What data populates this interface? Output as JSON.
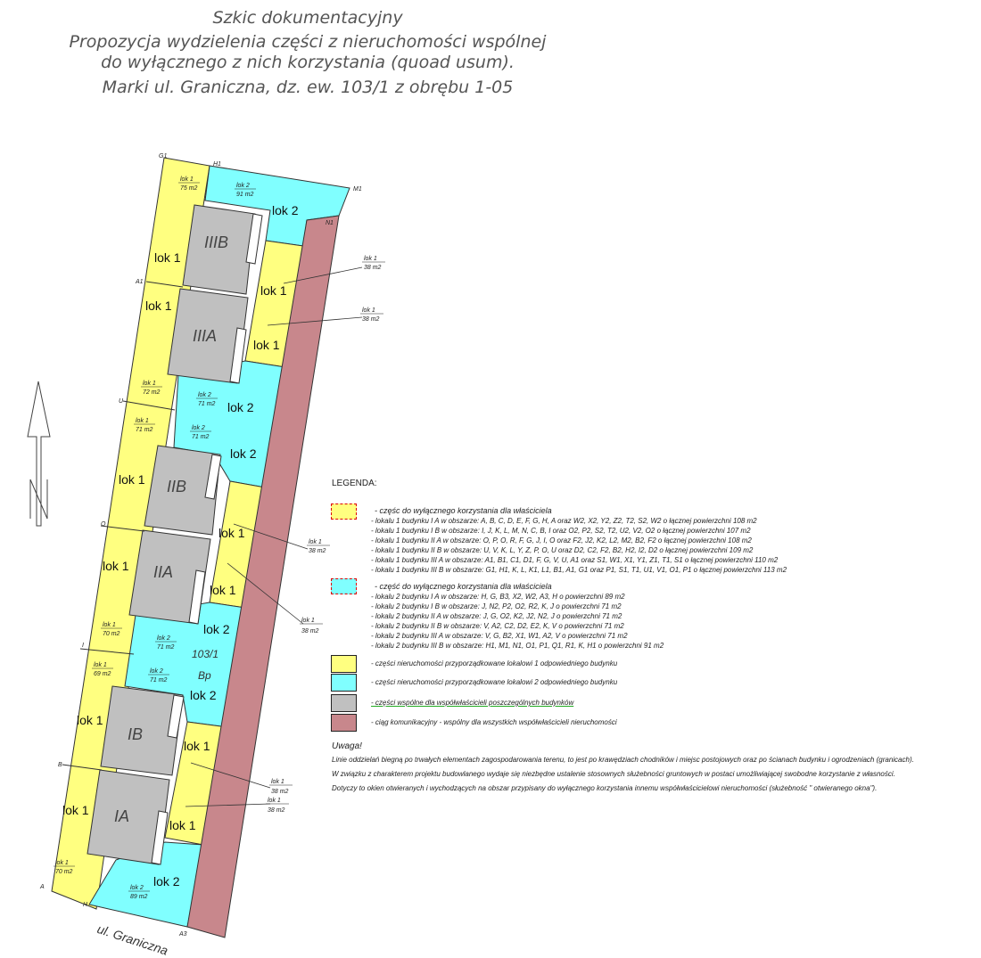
{
  "title": {
    "line1": "Szkic dokumentacyjny",
    "line2": "Propozycja wydzielenia części z nieruchomości wspólnej",
    "line3": "do wyłącznego z nich korzystania (quoad usum).",
    "line4": "Marki ul. Graniczna, dz. ew. 103/1 z obrębu 1-05"
  },
  "colors": {
    "lok1": "#ffff80",
    "lok2": "#80ffff",
    "building": "#c0c0c0",
    "path": "#c8878c"
  },
  "buildings": [
    "IIIB",
    "IIIA",
    "IIB",
    "IIA",
    "IB",
    "IA"
  ],
  "parcel": {
    "number": "103/1",
    "symbol": "Bp"
  },
  "street": "ul. Graniczna",
  "north_icon": "north-arrow-icon",
  "zone_labels": {
    "lok1": "lok 1",
    "lok2": "lok 2"
  },
  "areas": [
    {
      "name": "lok 1",
      "area": "75 m2"
    },
    {
      "name": "lok 2",
      "area": "91 m2"
    },
    {
      "name": "lok 1",
      "area": "38 m2"
    },
    {
      "name": "lok 1",
      "area": "38 m2"
    },
    {
      "name": "lok 1",
      "area": "72 m2"
    },
    {
      "name": "lok 2",
      "area": "71 m2"
    },
    {
      "name": "lok 1",
      "area": "71 m2"
    },
    {
      "name": "lok 2",
      "area": "71 m2"
    },
    {
      "name": "lok 1",
      "area": "38 m2"
    },
    {
      "name": "lok 1",
      "area": "38 m2"
    },
    {
      "name": "lok 1",
      "area": "70 m2"
    },
    {
      "name": "lok 2",
      "area": "71 m2"
    },
    {
      "name": "lok 1",
      "area": "69 m2"
    },
    {
      "name": "lok 2",
      "area": "71 m2"
    },
    {
      "name": "lok 1",
      "area": "38 m2"
    },
    {
      "name": "lok 1",
      "area": "38 m2"
    },
    {
      "name": "lok 1",
      "area": "70 m2"
    },
    {
      "name": "lok 2",
      "area": "89 m2"
    }
  ],
  "points": [
    "G1",
    "H1",
    "M1",
    "N1",
    "A1",
    "U",
    "O",
    "I",
    "B",
    "A",
    "H",
    "A3"
  ],
  "legend": {
    "title": "LEGENDA:",
    "group1_head": "- częśc do wyłącznego korzystania dla właściciela",
    "group1_lines": [
      "- lokalu 1 budynku I A w obszarze: A, B, C, D, E, F, G, H, A oraz W2, X2, Y2, Z2, T2, S2, W2 o łącznej powierzchni 108 m2",
      "- lokalu 1 budynku I B w obszarze: I, J, K, L, M, N, C, B, I oraz O2, P2, S2, T2, U2, V2, O2 o łącznej powierzchni 107 m2",
      "- lokalu 1 budynku II A w obszarze: O, P, O, R, F, G, J, I, O oraz F2, J2, K2, L2, M2, B2, F2 o łącznej powierzchni 108 m2",
      "- lokalu 1 budynku II B w obszarze: U, V, K, L, Y, Z, P, O, U oraz D2, C2, F2, B2, H2, I2, D2 o łącznej powierzchni 109 m2",
      "- lokalu 1 budynku III A w obszarze: A1, B1, C1, D1, F, G, V, U, A1 oraz S1, W1, X1, Y1, Z1, T1, S1 o łącznej powierzchni 110 m2",
      "- lokalu 1 budynku III B w obszarze: G1, H1, K, L, K1, L1, B1, A1, G1 oraz P1, S1, T1, U1, V1, O1, P1 o łącznej powierzchni 113 m2"
    ],
    "group2_head": "- część do wyłącznego korzystania dla właściciela",
    "group2_lines": [
      "- lokalu 2 budynku I A w obszarze: H, G, B3, X2, W2, A3, H o powierzchni 89 m2",
      "- lokalu 2 budynku I B w obszarze: J, N2, P2, O2, R2, K, J o powierzchni 71 m2",
      "- lokalu 2 budynku II A w obszarze: J, G, O2, K2, J2, N2, J o powierzchni 71 m2",
      "- lokalu 2 budynku II B w obszarze: V, A2, C2, D2, E2, K, V o powierzchni 71 m2",
      "- lokalu 2 budynku III A w obszarze: V, G, B2, X1, W1, A2, V o powierzchni 71 m2",
      "- lokalu 2 budynku III B w obszarze: H1, M1, N1, O1, P1, Q1, R1, K, H1 o powierzchni 91 m2"
    ],
    "item3": "- części nieruchomości przyporządkowane lokalowi 1 odpowiedniego budynku",
    "item4": "- części nieruchomości przyporządkowane lokalowi 2 odpowiedniego budynku",
    "item5": "- części wspólne dla współwłaścicieli poszczególnych budynków",
    "item6": "- ciąg komunikacyjny - wspólny dla wszystkich współwłaścicieli nieruchomości"
  },
  "notes": {
    "title": "Uwaga!",
    "line1": "Linie oddzielań biegną po trwałych elementach zagospodarowania terenu, to jest po krawędziach chodników i miejsc postojowych oraz po ścianach budynku i ogrodzeniach (granicach).",
    "line2": "W związku z charakterem projektu budowlanego wydaje się niezbędne ustalenie stosownych służebności gruntowych w postaci umożliwiającej swobodne korzystanie z własności.",
    "line3": "Dotyczy to okien otwieranych i wychodzących na obszar przypisany do wyłącznego korzystania innemu współwłaścicielowi nieruchomości (służebność \" otwieranego okna\")."
  }
}
